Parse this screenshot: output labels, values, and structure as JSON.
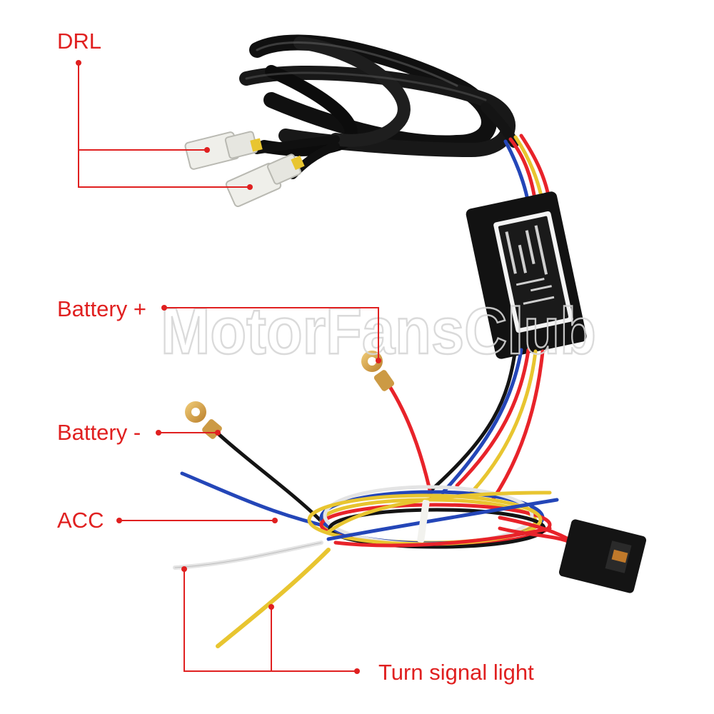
{
  "labels": {
    "drl": "DRL",
    "battery_plus": "Battery +",
    "battery_minus": "Battery -",
    "acc": "ACC",
    "turn_signal": "Turn signal light"
  },
  "watermark": "MotorFansClub",
  "colors": {
    "annotation": "#e02020",
    "cable_black": "#141414",
    "wire_red": "#e8232a",
    "wire_yellow": "#e8c530",
    "wire_blue": "#2446b8",
    "wire_white": "#e4e4e4",
    "connector": "#eeeeea",
    "ring_terminal": "#d8a24a"
  }
}
